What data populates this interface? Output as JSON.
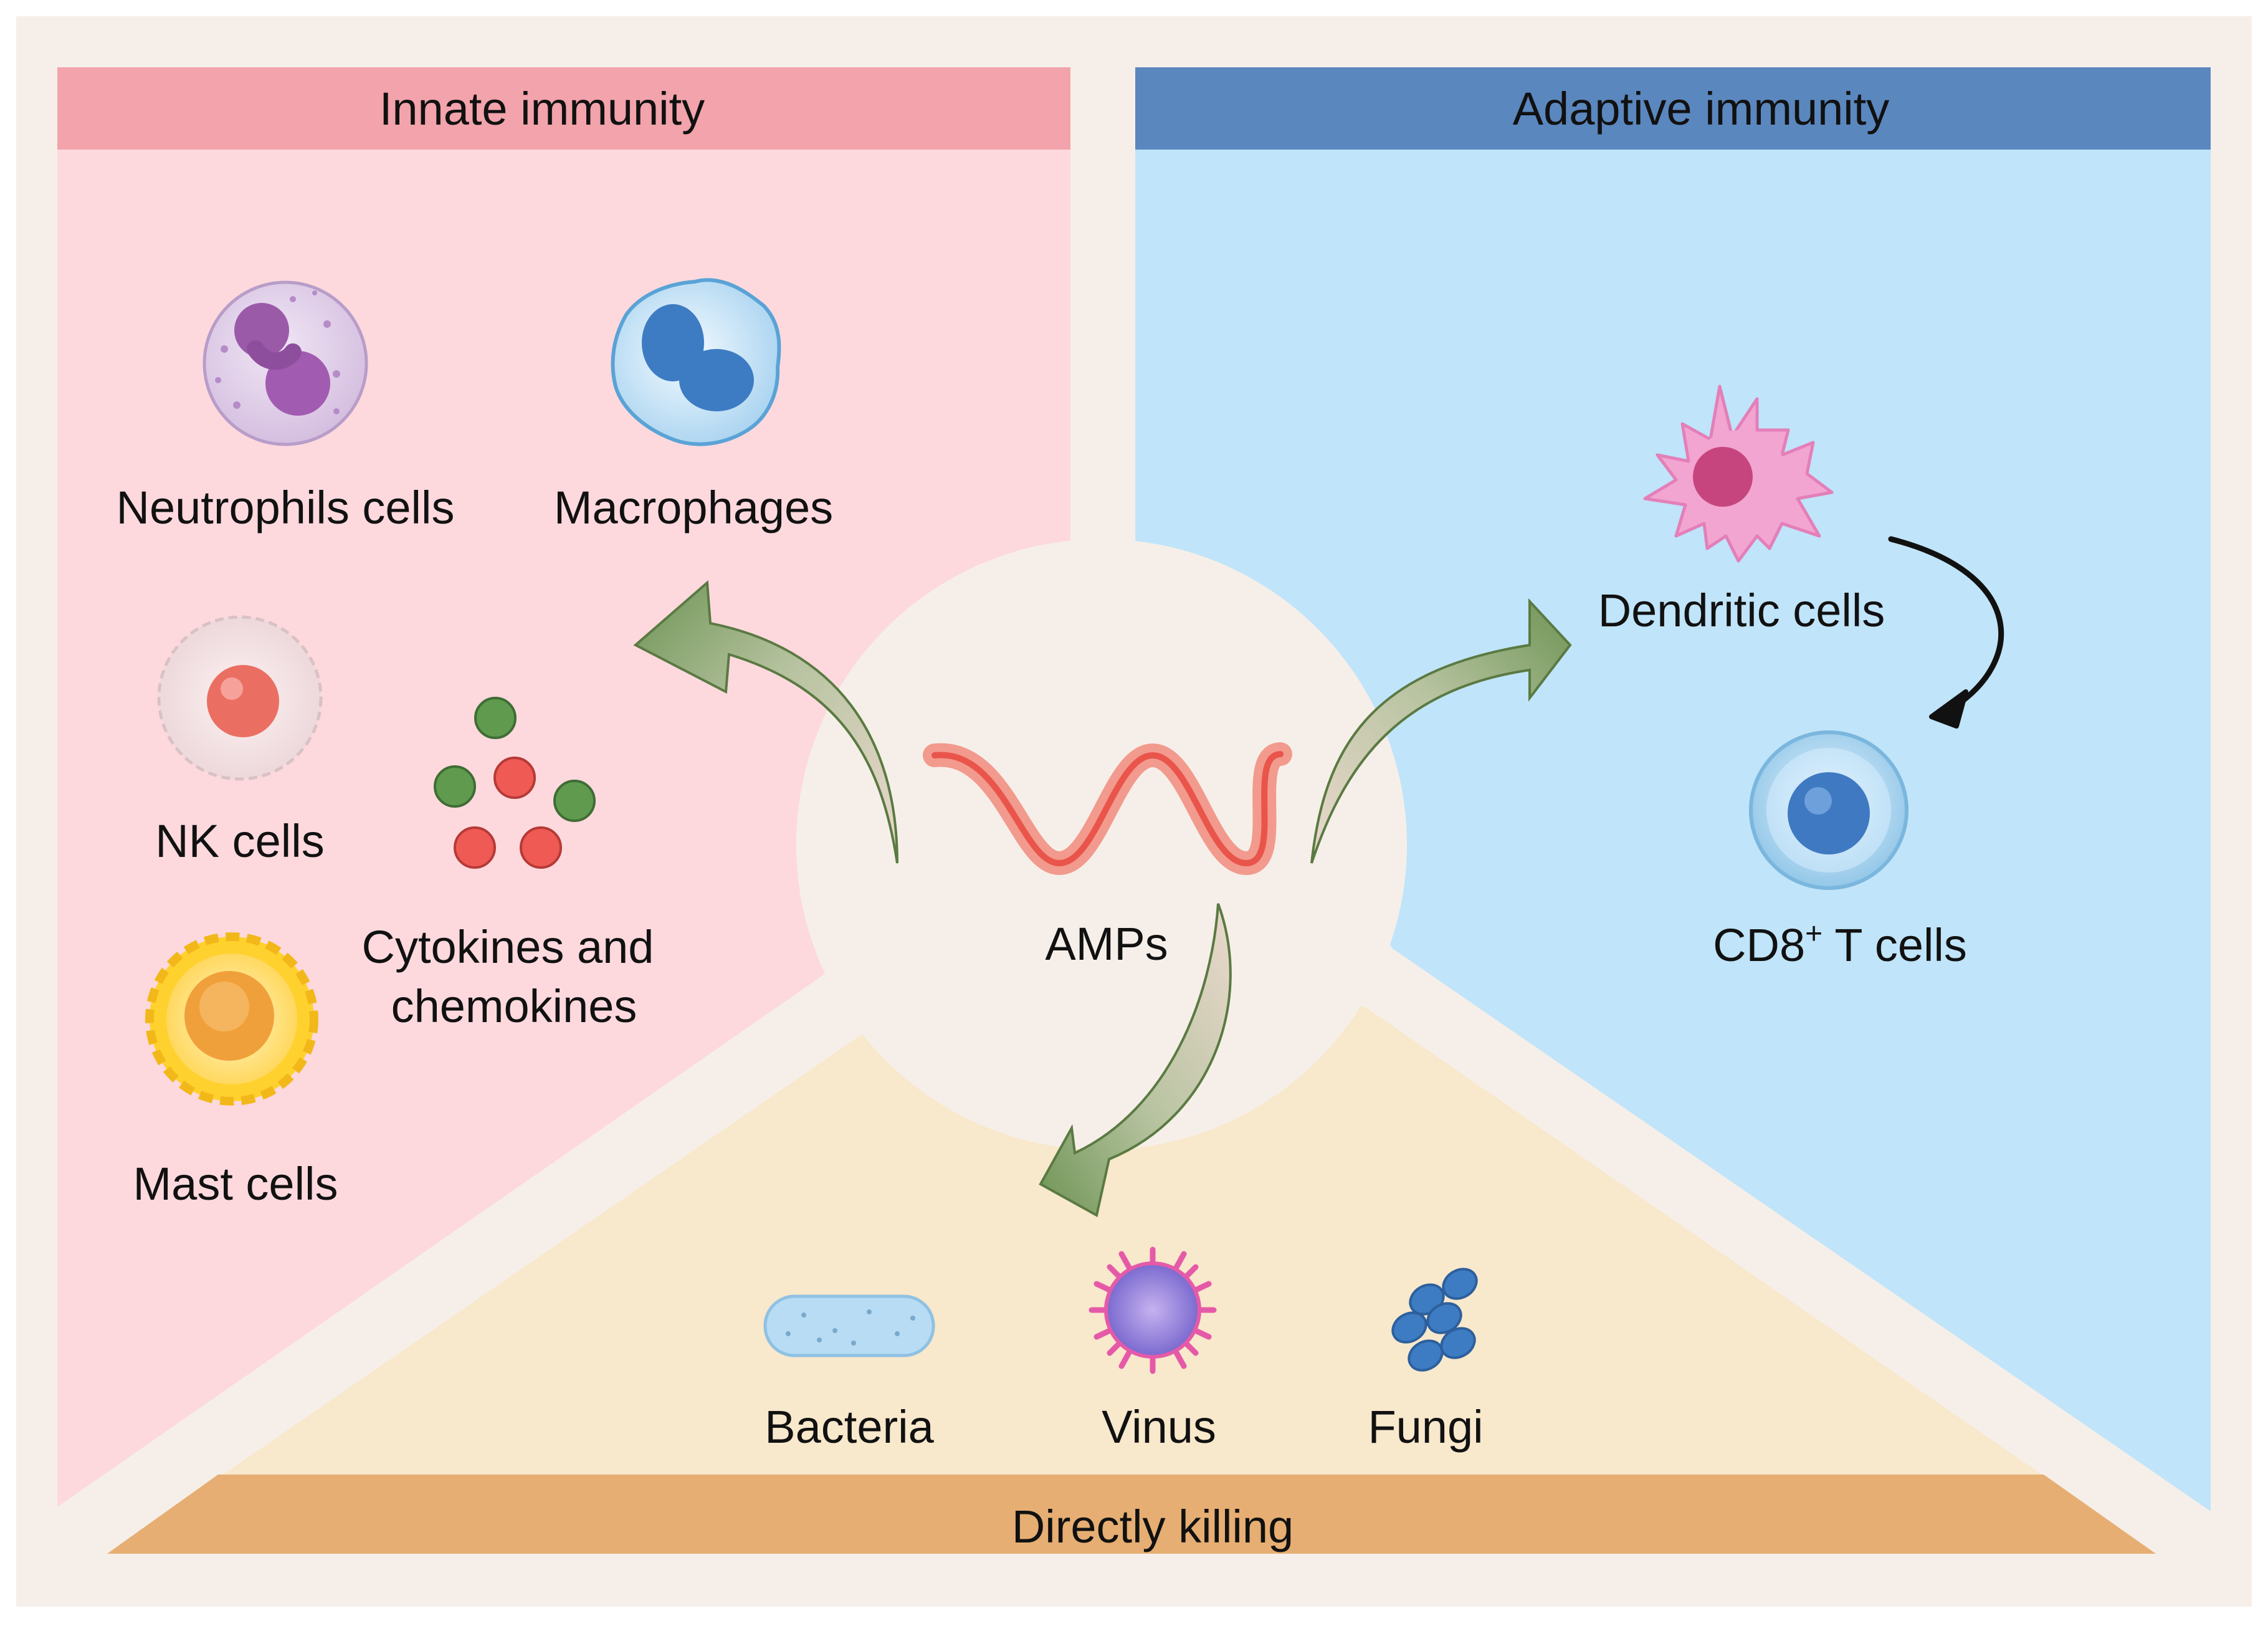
{
  "innate": {
    "title": "Innate immunity",
    "neutrophils": "Neutrophils cells",
    "macrophages": "Macrophages",
    "nk": "NK cells",
    "cytokines_line1": "Cytokines and",
    "cytokines_line2": "chemokines",
    "mast": "Mast cells"
  },
  "adaptive": {
    "title": "Adaptive immunity",
    "dendritic": "Dendritic cells",
    "cd8_prefix": "CD8",
    "cd8_sup": "+",
    "cd8_suffix": " T cells"
  },
  "center": {
    "label": "AMPs"
  },
  "direct": {
    "title": "Directly killing",
    "bacteria": "Bacteria",
    "virus": "Vinus",
    "fungi": "Fungi"
  },
  "colors": {
    "page_bg": "#f6efe9",
    "innate_header": "#f2a3ab",
    "innate_panel": "#fdd9de",
    "adaptive_header": "#5b87bf",
    "adaptive_panel": "#c0e4f9",
    "direct_panel": "#f8e8cc",
    "direct_band": "#e6ae73",
    "arrow_green": "#6e9455"
  },
  "icons": [
    "neutrophil-cell-icon",
    "macrophage-cell-icon",
    "nk-cell-icon",
    "cytokine-dots-icon",
    "mast-cell-icon",
    "dendritic-cell-icon",
    "cd8-t-cell-icon",
    "amp-ribbon-icon",
    "bacteria-icon",
    "virus-icon",
    "fungi-icon"
  ]
}
